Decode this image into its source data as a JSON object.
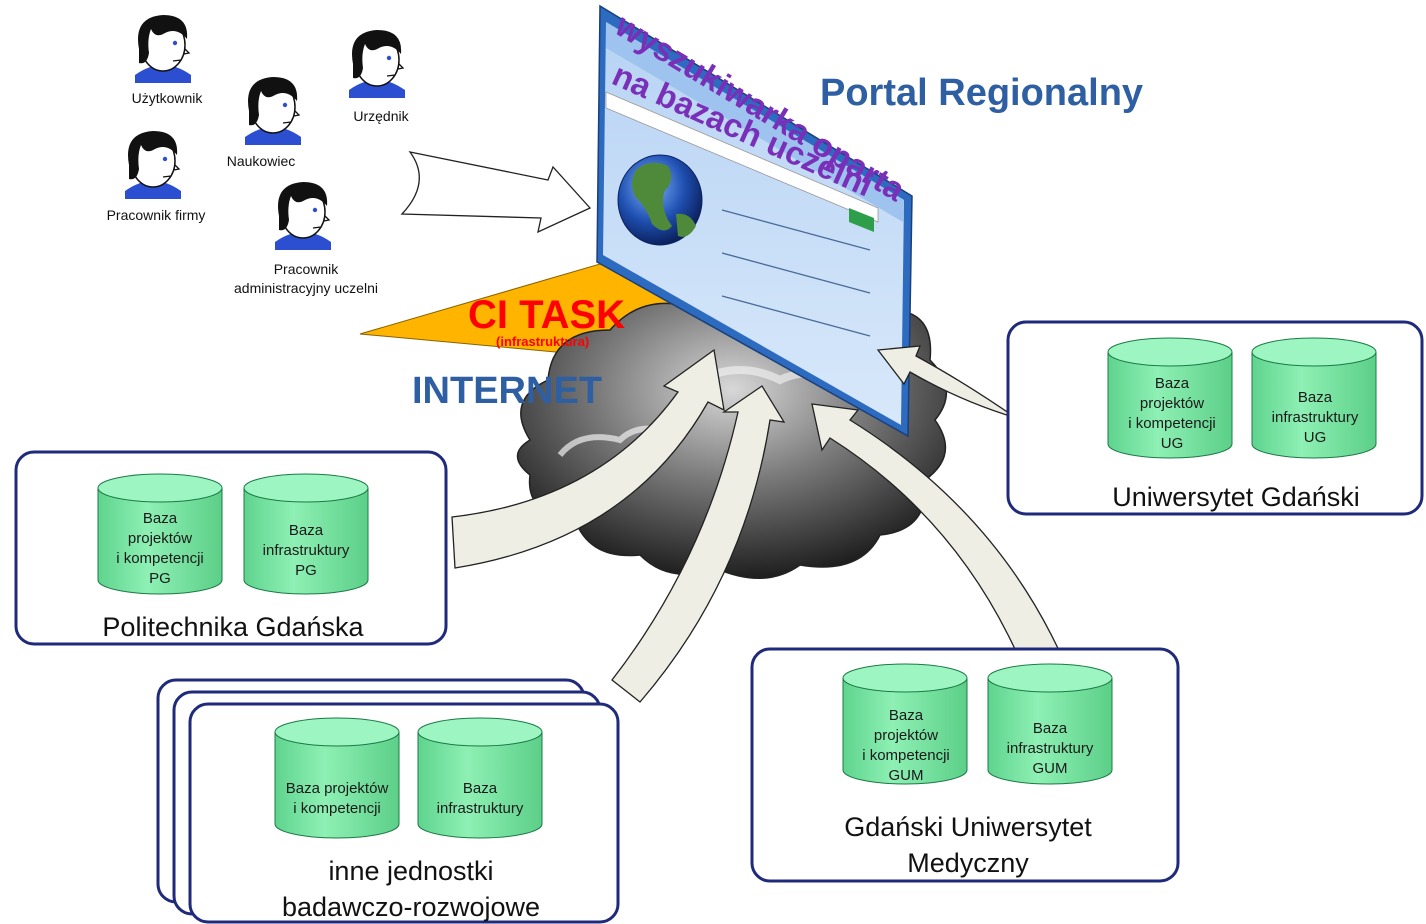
{
  "portal": {
    "title": "Portal Regionalny",
    "screen_line1": "wyszukiwarka oparta",
    "screen_line2": "na bazach uczelni"
  },
  "network": {
    "citask": "CI TASK",
    "citask_sub": "(infrastruktura)",
    "internet": "INTERNET"
  },
  "users": [
    {
      "label": "Użytkownik",
      "icon": "person-icon"
    },
    {
      "label": "Naukowiec",
      "icon": "person-icon"
    },
    {
      "label": "Urzędnik",
      "icon": "person-icon"
    },
    {
      "label": "Pracownik firmy",
      "icon": "person-icon"
    },
    {
      "label_line1": "Pracownik",
      "label_line2": "administracyjny uczelni",
      "icon": "person-icon"
    }
  ],
  "institutions": {
    "pg": {
      "name": "Politechnika Gdańska",
      "db1": [
        "Baza",
        "projektów",
        "i kompetencji",
        "PG"
      ],
      "db2": [
        "Baza",
        "infrastruktury",
        "PG"
      ]
    },
    "ug": {
      "name": "Uniwersytet Gdański",
      "db1": [
        "Baza",
        "projektów",
        "i kompetencji",
        "UG"
      ],
      "db2": [
        "Baza",
        "infrastruktury",
        "UG"
      ]
    },
    "gum": {
      "name_line1": "Gdański Uniwersytet",
      "name_line2": "Medyczny",
      "db1": [
        "Baza",
        "projektów",
        "i kompetencji",
        "GUM"
      ],
      "db2": [
        "Baza",
        "infrastruktury",
        "GUM"
      ]
    },
    "other": {
      "name_line1": "inne jednostki",
      "name_line2": "badawczo-rozwojowe",
      "db1": [
        "Baza projektów",
        "i kompetencji"
      ],
      "db2": [
        "Baza",
        "infrastruktury"
      ]
    }
  },
  "colors": {
    "db_fill": "#7fe3a6",
    "box_border": "#1f2a7a",
    "portal_blue": "#2e5fa3",
    "citask_red": "#ff0000",
    "plane_orange": "#ffb400"
  }
}
